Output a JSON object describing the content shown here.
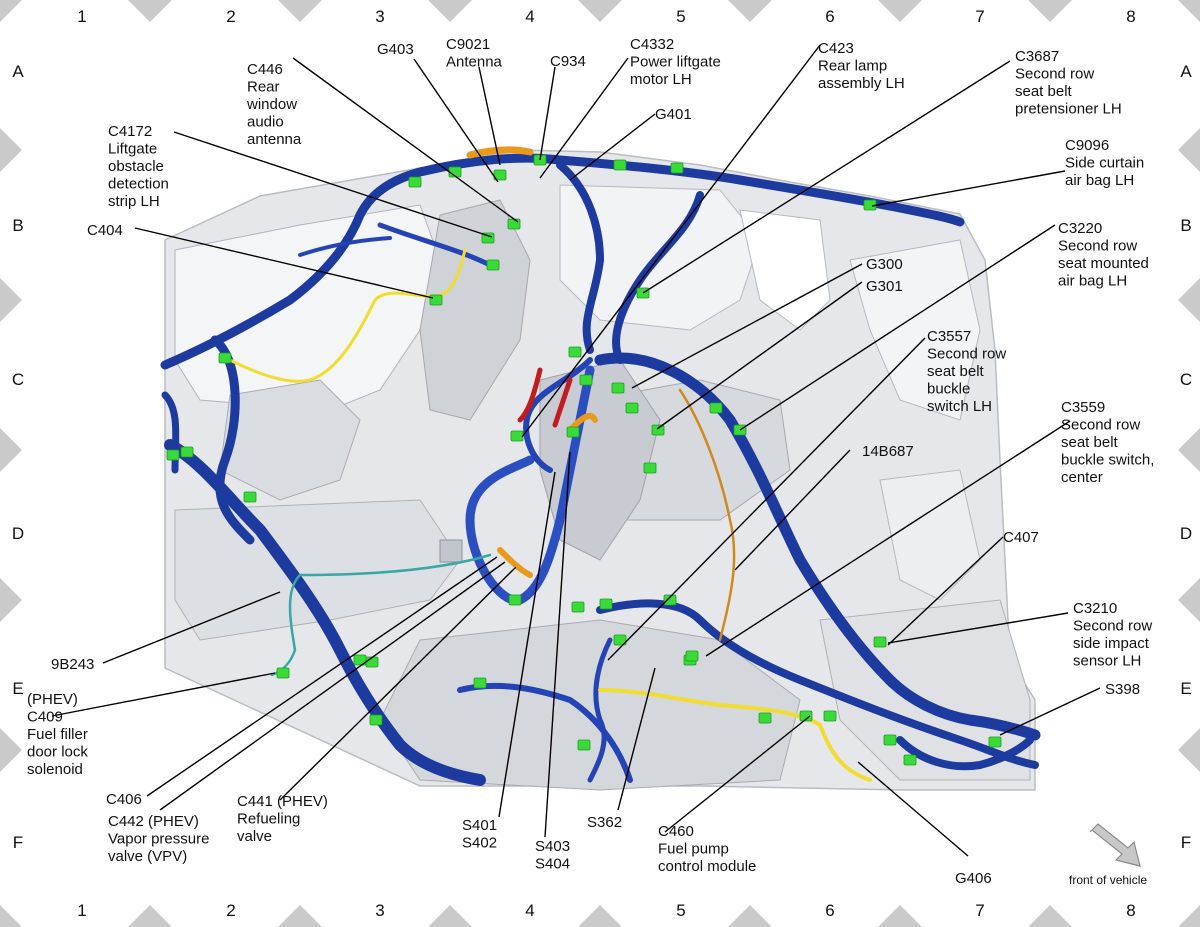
{
  "grid": {
    "columns": [
      "1",
      "2",
      "3",
      "4",
      "5",
      "6",
      "7",
      "8"
    ],
    "rows": [
      "A",
      "B",
      "C",
      "D",
      "E",
      "F"
    ]
  },
  "labels": [
    {
      "id": "g403",
      "lines": [
        "G403"
      ]
    },
    {
      "id": "c9021",
      "lines": [
        "C9021",
        "Antenna"
      ]
    },
    {
      "id": "c934",
      "lines": [
        "C934"
      ]
    },
    {
      "id": "c4332",
      "lines": [
        "C4332",
        "Power liftgate",
        "motor LH"
      ]
    },
    {
      "id": "g401",
      "lines": [
        "G401"
      ]
    },
    {
      "id": "c423",
      "lines": [
        "C423",
        "Rear lamp",
        "assembly LH"
      ]
    },
    {
      "id": "c3687",
      "lines": [
        "C3687",
        "Second row",
        "seat belt",
        "pretensioner LH"
      ]
    },
    {
      "id": "c446",
      "lines": [
        "C446",
        "Rear",
        "window",
        "audio",
        "antenna"
      ]
    },
    {
      "id": "c4172",
      "lines": [
        "C4172",
        "Liftgate",
        "obstacle",
        "detection",
        "strip LH"
      ]
    },
    {
      "id": "c404",
      "lines": [
        "C404"
      ]
    },
    {
      "id": "c9096",
      "lines": [
        "C9096",
        "Side curtain",
        "air bag LH"
      ]
    },
    {
      "id": "c3220",
      "lines": [
        "C3220",
        "Second row",
        "seat mounted",
        "air bag LH"
      ]
    },
    {
      "id": "g300",
      "lines": [
        "G300"
      ]
    },
    {
      "id": "g301",
      "lines": [
        "G301"
      ]
    },
    {
      "id": "c3557",
      "lines": [
        "C3557",
        "Second row",
        "seat belt",
        "buckle",
        "switch LH"
      ]
    },
    {
      "id": "c3559",
      "lines": [
        "C3559",
        "Second row",
        "seat belt",
        "buckle switch,",
        "center"
      ]
    },
    {
      "id": "b14b687",
      "lines": [
        "14B687"
      ]
    },
    {
      "id": "c407",
      "lines": [
        "C407"
      ]
    },
    {
      "id": "c3210",
      "lines": [
        "C3210",
        "Second row",
        "side impact",
        "sensor LH"
      ]
    },
    {
      "id": "s398",
      "lines": [
        "S398"
      ]
    },
    {
      "id": "b9b243",
      "lines": [
        "9B243"
      ]
    },
    {
      "id": "c409",
      "lines": [
        "(PHEV)",
        "C409",
        "Fuel filler",
        "door lock",
        "solenoid"
      ]
    },
    {
      "id": "c406",
      "lines": [
        "C406"
      ]
    },
    {
      "id": "c442",
      "lines": [
        "C442 (PHEV)",
        "Vapor pressure",
        "valve (VPV)"
      ]
    },
    {
      "id": "c441",
      "lines": [
        "C441 (PHEV)",
        "Refueling",
        "valve"
      ]
    },
    {
      "id": "s401",
      "lines": [
        "S401",
        "S402"
      ]
    },
    {
      "id": "s403",
      "lines": [
        "S403",
        "S404"
      ]
    },
    {
      "id": "s362",
      "lines": [
        "S362"
      ]
    },
    {
      "id": "c460",
      "lines": [
        "C460",
        "Fuel pump",
        "control module"
      ]
    },
    {
      "id": "g406",
      "lines": [
        "G406"
      ]
    }
  ],
  "front_of_vehicle": "front of vehicle",
  "colors": {
    "harness_main": "#1f3fae",
    "harness_light": "#3d68cf",
    "connector": "#33dd33",
    "yellow_wire": "#f2e23a",
    "orange_wire": "#e89a1c",
    "teal_wire": "#3aa6a6",
    "red_wire": "#cc1e1e",
    "body_gray": "#e4e6ea",
    "border_diamond": "#c9c9c9"
  }
}
